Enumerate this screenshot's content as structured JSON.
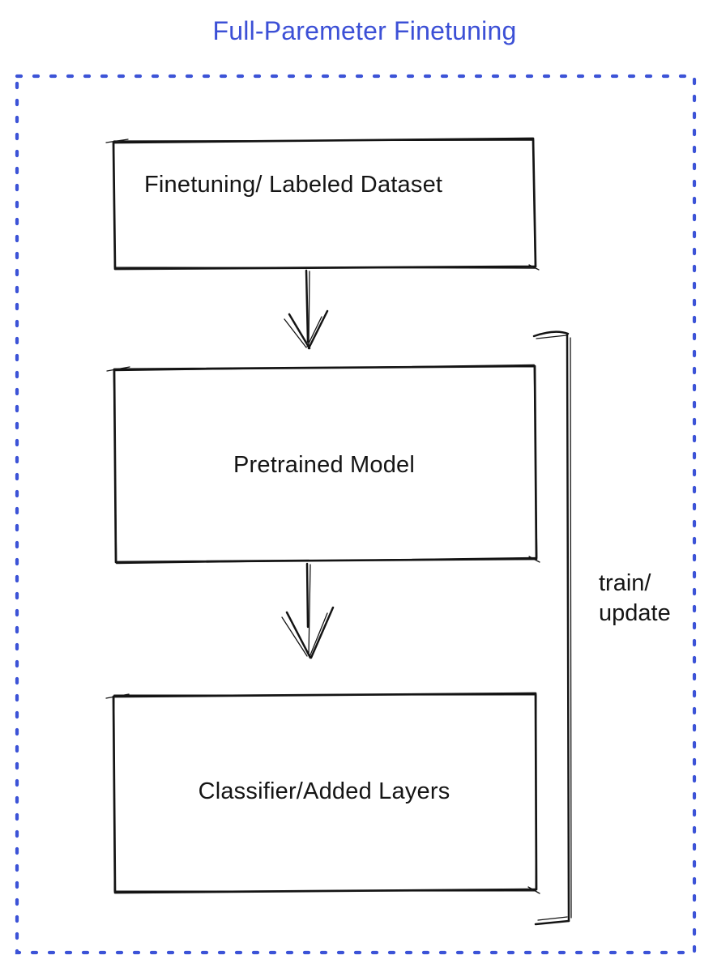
{
  "title": {
    "text": "Full-Paremeter Finetuning",
    "color": "#3C50D6"
  },
  "frame": {
    "style": "dotted-rectangle",
    "border_color": "#3C53D7"
  },
  "boxes": [
    {
      "id": "finetuning-dataset",
      "label": "Finetuning/ Labeled Dataset",
      "fill": "#878E97",
      "border": "#141414"
    },
    {
      "id": "pretrained-model",
      "label": "Pretrained Model",
      "fill": "#4B6EEF",
      "border": "#141414"
    },
    {
      "id": "classifier-added-layers",
      "label": "Classifier/Added Layers",
      "fill": "#3FBD58",
      "border": "#141414"
    }
  ],
  "arrows": [
    {
      "from": "finetuning-dataset",
      "to": "pretrained-model",
      "style": "hand-drawn-down-arrow"
    },
    {
      "from": "pretrained-model",
      "to": "classifier-added-layers",
      "style": "hand-drawn-down-arrow"
    }
  ],
  "bracket": {
    "label_line1": "train/",
    "label_line2": "update",
    "color": "#141414",
    "spans": "pretrained-model and classifier-added-layers"
  }
}
